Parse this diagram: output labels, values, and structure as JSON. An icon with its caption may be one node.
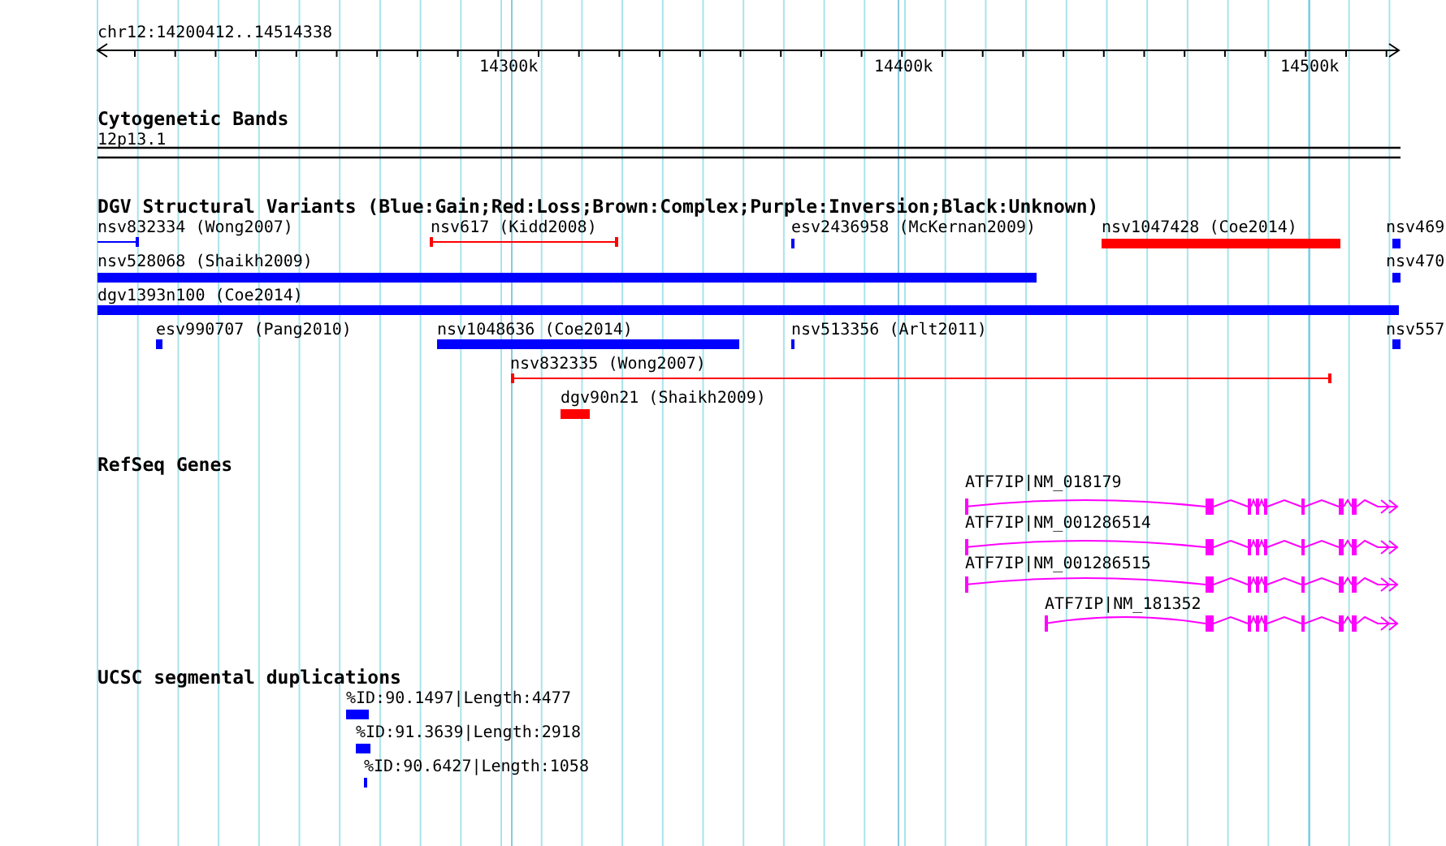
{
  "diagram": {
    "labels": [
      "chr12:14200412..14514338",
      "14300k",
      "14400k",
      "14500k",
      "Cytogenetic Bands",
      "12p13.1",
      "DGV Structural Variants (Blue:Gain;Red:Loss;Brown:Complex;Purple:Inversion;Black:Unknown)",
      "nsv832334 (Wong2007)",
      "nsv617 (Kidd2008)",
      "esv2436958 (McKernan2009)",
      "nsv1047428 (Coe2014)",
      "nsv469",
      "nsv528068 (Shaikh2009)",
      "nsv470",
      "dgv1393n100 (Coe2014)",
      "esv990707 (Pang2010)",
      "nsv1048636 (Coe2014)",
      "nsv513356 (Arlt2011)",
      "nsv557",
      "nsv832335 (Wong2007)",
      "dgv90n21 (Shaikh2009)",
      "RefSeq Genes",
      "ATF7IP|NM_018179",
      "ATF7IP|NM_001286514",
      "ATF7IP|NM_001286515",
      "ATF7IP|NM_181352",
      "UCSC segmental duplications",
      "%ID:90.1497|Length:4477",
      "%ID:91.3639|Length:2918",
      "%ID:90.6427|Length:1058"
    ]
  }
}
